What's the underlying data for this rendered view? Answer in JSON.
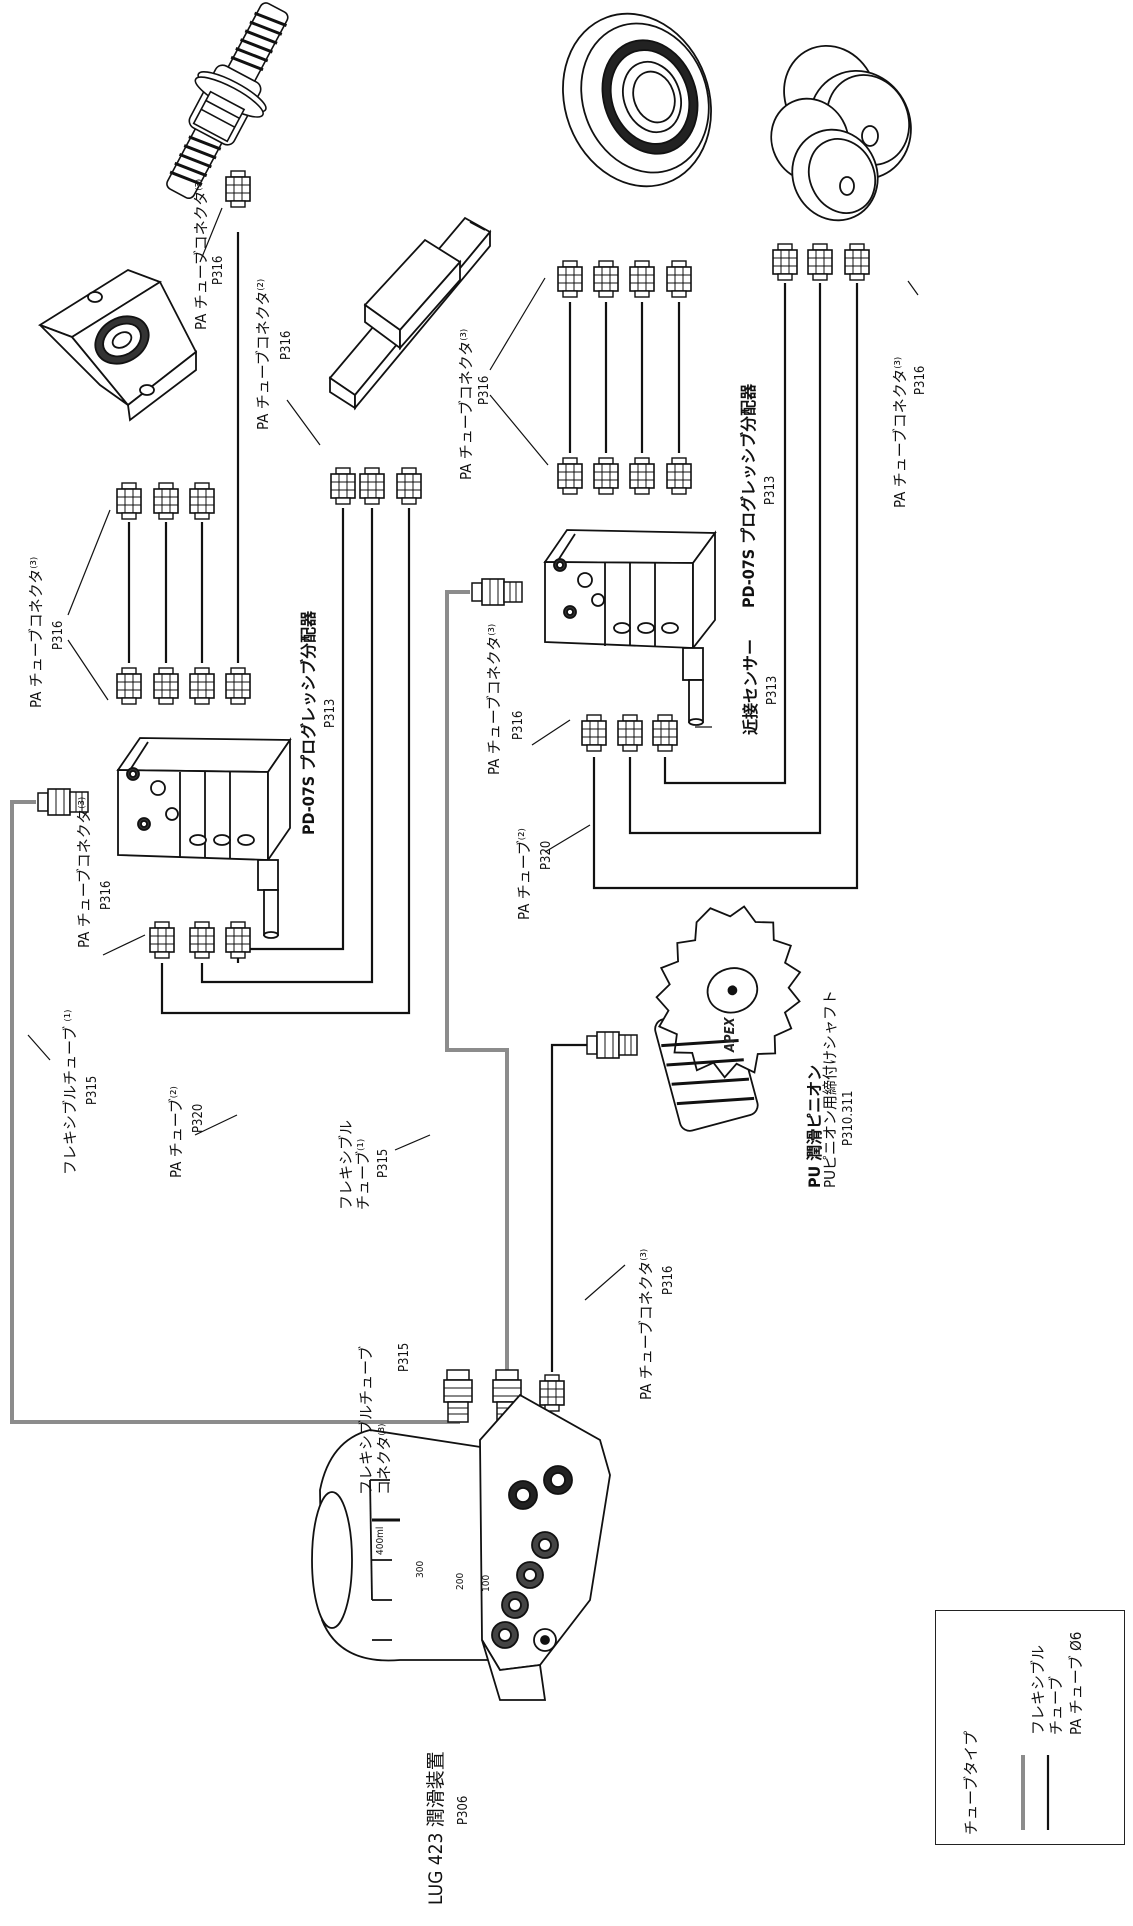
{
  "colors": {
    "line": "#1a1a1a",
    "flex_tube": "#8c8c8c",
    "background": "#ffffff"
  },
  "components": {
    "ball_screw": "ball-screw",
    "pillow_block": "pillow-block-bearing",
    "linear_guide": "linear-guide-rail",
    "roller_bearing": "cylindrical-roller-bearing",
    "cam_rollers": "cam-rollers",
    "distributor": "progressive-distributor",
    "lubricator": "lubricator-unit",
    "pinion": "lubrication-pinion"
  },
  "labels": {
    "pa_connector": "PA チューブコネクタ⁽³⁾",
    "pa_connector_2": "PA チューブコネクタ⁽²⁾",
    "p316": "P316",
    "pd07s_distributor": "PD-07S プログレッシブ分配器",
    "p313": "P313",
    "proximity_sensor": "近接センサー",
    "flex_tube_1": "フレキシブルチューブ ⁽¹⁾",
    "flex_tube_1_line1": "フレキシブル",
    "flex_tube_1_line2": "チューブ⁽¹⁾",
    "p315": "P315",
    "pa_tube_2": "PA チューブ⁽²⁾",
    "p320": "P320",
    "flex_connector_line1": "フレキシブルチューブ",
    "flex_connector_line2": "コネクタ⁽³⁾",
    "pinion_line1": "PU 潤滑ピニオン",
    "pinion_line2": "PUピニオン用締付けシャフト",
    "pinion_ref": "P310.311",
    "lubricator": "LUG 423 潤滑装置",
    "p306": "P306",
    "apex": "APEX",
    "scale_400": "400ml",
    "scale_300": "300",
    "scale_200": "200",
    "scale_100": "100"
  },
  "legend": {
    "title": "チューブタイプ",
    "flex_line1": "フレキシブル",
    "flex_line2": "チューブ",
    "pa": "PA チューブ Ø6"
  }
}
